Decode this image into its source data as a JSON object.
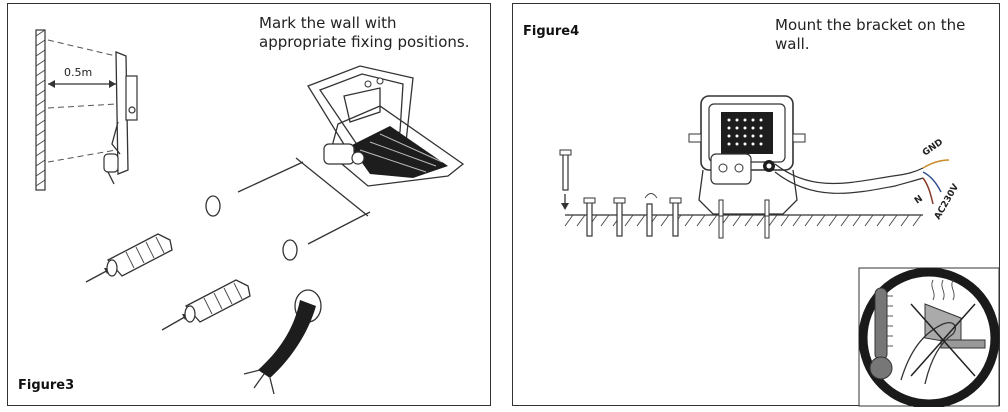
{
  "figure3": {
    "label": "Figure3",
    "caption_line1": "Mark the wall with",
    "caption_line2": "appropriate fixing positions.",
    "distance_label": "0.5m"
  },
  "figure4": {
    "label": "Figure4",
    "caption_line1": "Mount the bracket on the",
    "caption_line2": "wall.",
    "wire_gnd": "GND",
    "wire_n": "N",
    "wire_voltage": "AC230V"
  }
}
